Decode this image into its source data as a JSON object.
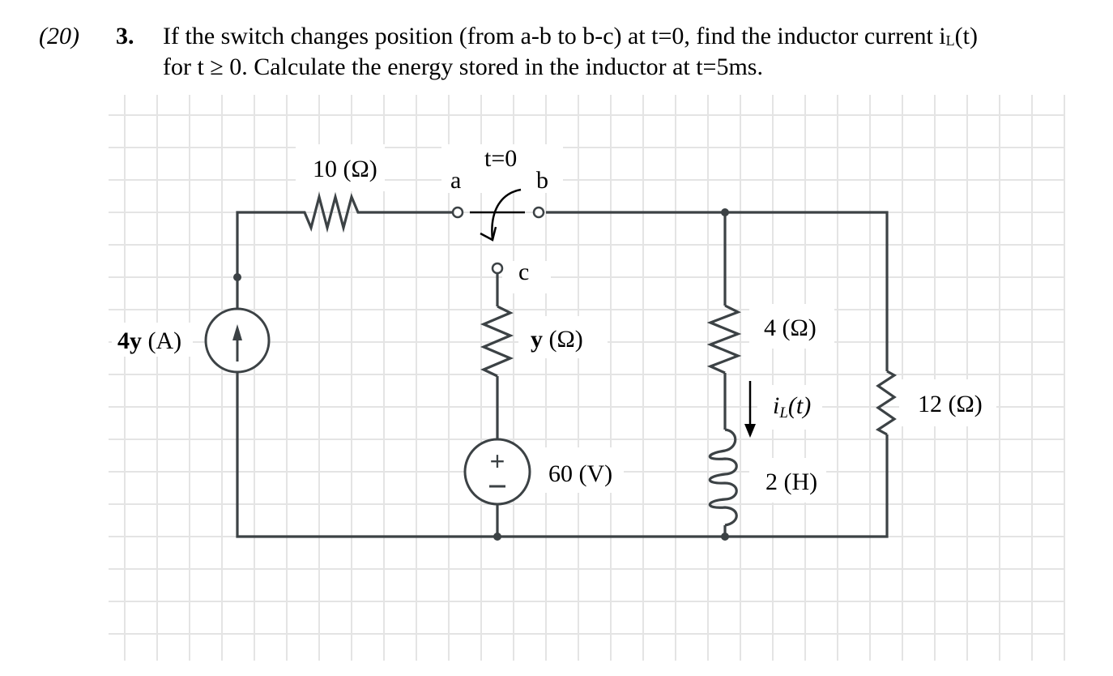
{
  "question": {
    "points": "(20)",
    "number": "3.",
    "line1_prefix": "If the switch changes position (from a-b to b-c) at t=0, find the inductor current i",
    "line1_sub": "L",
    "line1_suffix": "(t)",
    "line2": "for t ≥ 0. Calculate the energy stored in the inductor at t=5ms."
  },
  "circuit": {
    "current_source": {
      "label_bold": "4y",
      "label_unit": " (A)",
      "direction": "up"
    },
    "resistor_r1": {
      "label": "10 (Ω)"
    },
    "switch": {
      "time_label": "t=0",
      "terminal_a": "a",
      "terminal_b": "b",
      "terminal_c": "c"
    },
    "resistor_ry": {
      "label_bold": "y",
      "label_unit": " (Ω)"
    },
    "voltage_source": {
      "label": "60 (V)",
      "plus": "+",
      "minus": "−"
    },
    "resistor_r4": {
      "label": "4 (Ω)"
    },
    "inductor_current": {
      "label_i": "i",
      "label_sub": "L",
      "label_t": "(t)",
      "direction": "down"
    },
    "inductor": {
      "label": "2 (H)"
    },
    "resistor_r12": {
      "label": "12 (Ω)"
    }
  },
  "colors": {
    "wire": "#3c4245",
    "grid": "#e4e4e4",
    "text": "#000000"
  }
}
